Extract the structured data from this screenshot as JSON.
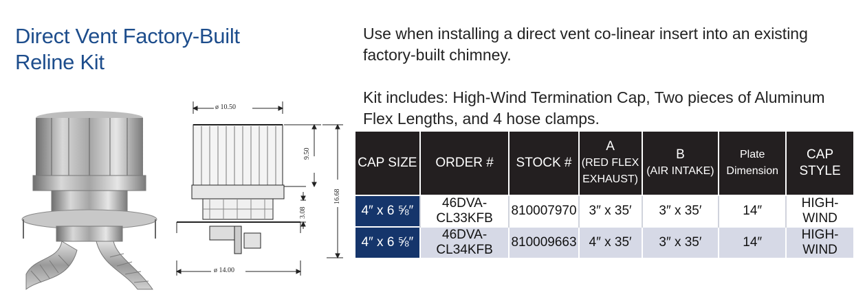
{
  "title_line1": "Direct Vent Factory-Built",
  "title_line2": "Reline Kit",
  "description": "Use when installing a direct vent co-linear insert into an existing factory-built chimney.",
  "kit_includes": "Kit includes: High-Wind Termination Cap, Two pieces of Aluminum Flex Lengths, and 4 hose clamps.",
  "drawing": {
    "dim_top": "ø 10.50",
    "dim_height1": "9.50",
    "dim_height2": "3.08",
    "dim_total": "16.68",
    "dim_bottom": "ø 14.00"
  },
  "table": {
    "headers": {
      "cap_size": "CAP SIZE",
      "order": "ORDER #",
      "stock": "STOCK #",
      "a_line1": "A",
      "a_line2": "(RED FLEX",
      "a_line3": "EXHAUST)",
      "b_line1": "B",
      "b_line2": "(AIR INTAKE)",
      "plate_line1": "Plate",
      "plate_line2": "Dimension",
      "cap_style_line1": "CAP",
      "cap_style_line2": "STYLE"
    },
    "rows": [
      {
        "cap_size": "4″ x 6 ⅝″",
        "order": "46DVA-CL33KFB",
        "stock": "810007970",
        "a": "3″ x 35′",
        "b": "3″ x 35′",
        "plate": "14″",
        "style": "HIGH-WIND"
      },
      {
        "cap_size": "4″ x 6 ⅝″",
        "order": "46DVA-CL34KFB",
        "stock": "810009663",
        "a": "4″ x 35′",
        "b": "3″ x 35′",
        "plate": "14″",
        "style": "HIGH-WIND"
      }
    ]
  },
  "colors": {
    "title": "#1d4d8c",
    "header_bg": "#231f20",
    "cap_size_bg": "#15356b",
    "alt_row_bg": "#d6d9e6"
  }
}
